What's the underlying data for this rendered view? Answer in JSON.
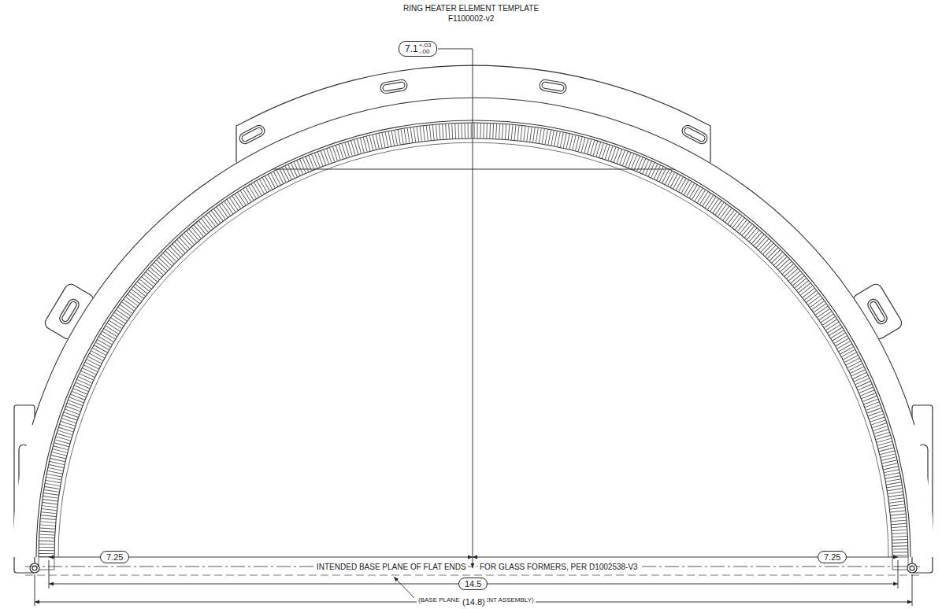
{
  "diagram": {
    "title": "RING HEATER ELEMENT TEMPLATE",
    "nodes": [
      {
        "text": [
          "7.1",
          "+.03",
          "-.00"
        ]
      },
      {
        "text": [
          "7.25"
        ]
      },
      {
        "text": [
          "7.25"
        ]
      },
      {
        "text": [
          "14.5"
        ]
      }
    ],
    "labels": [
      "F1100002-v2",
      "INTENDED BASE PLANE OF FLAT ENDS",
      "FOR GLASS FORMERS, PER D1002538-V3",
      "(BASE PLANE OF PARENT ASSEMBLY)",
      "(14.8)"
    ]
  }
}
